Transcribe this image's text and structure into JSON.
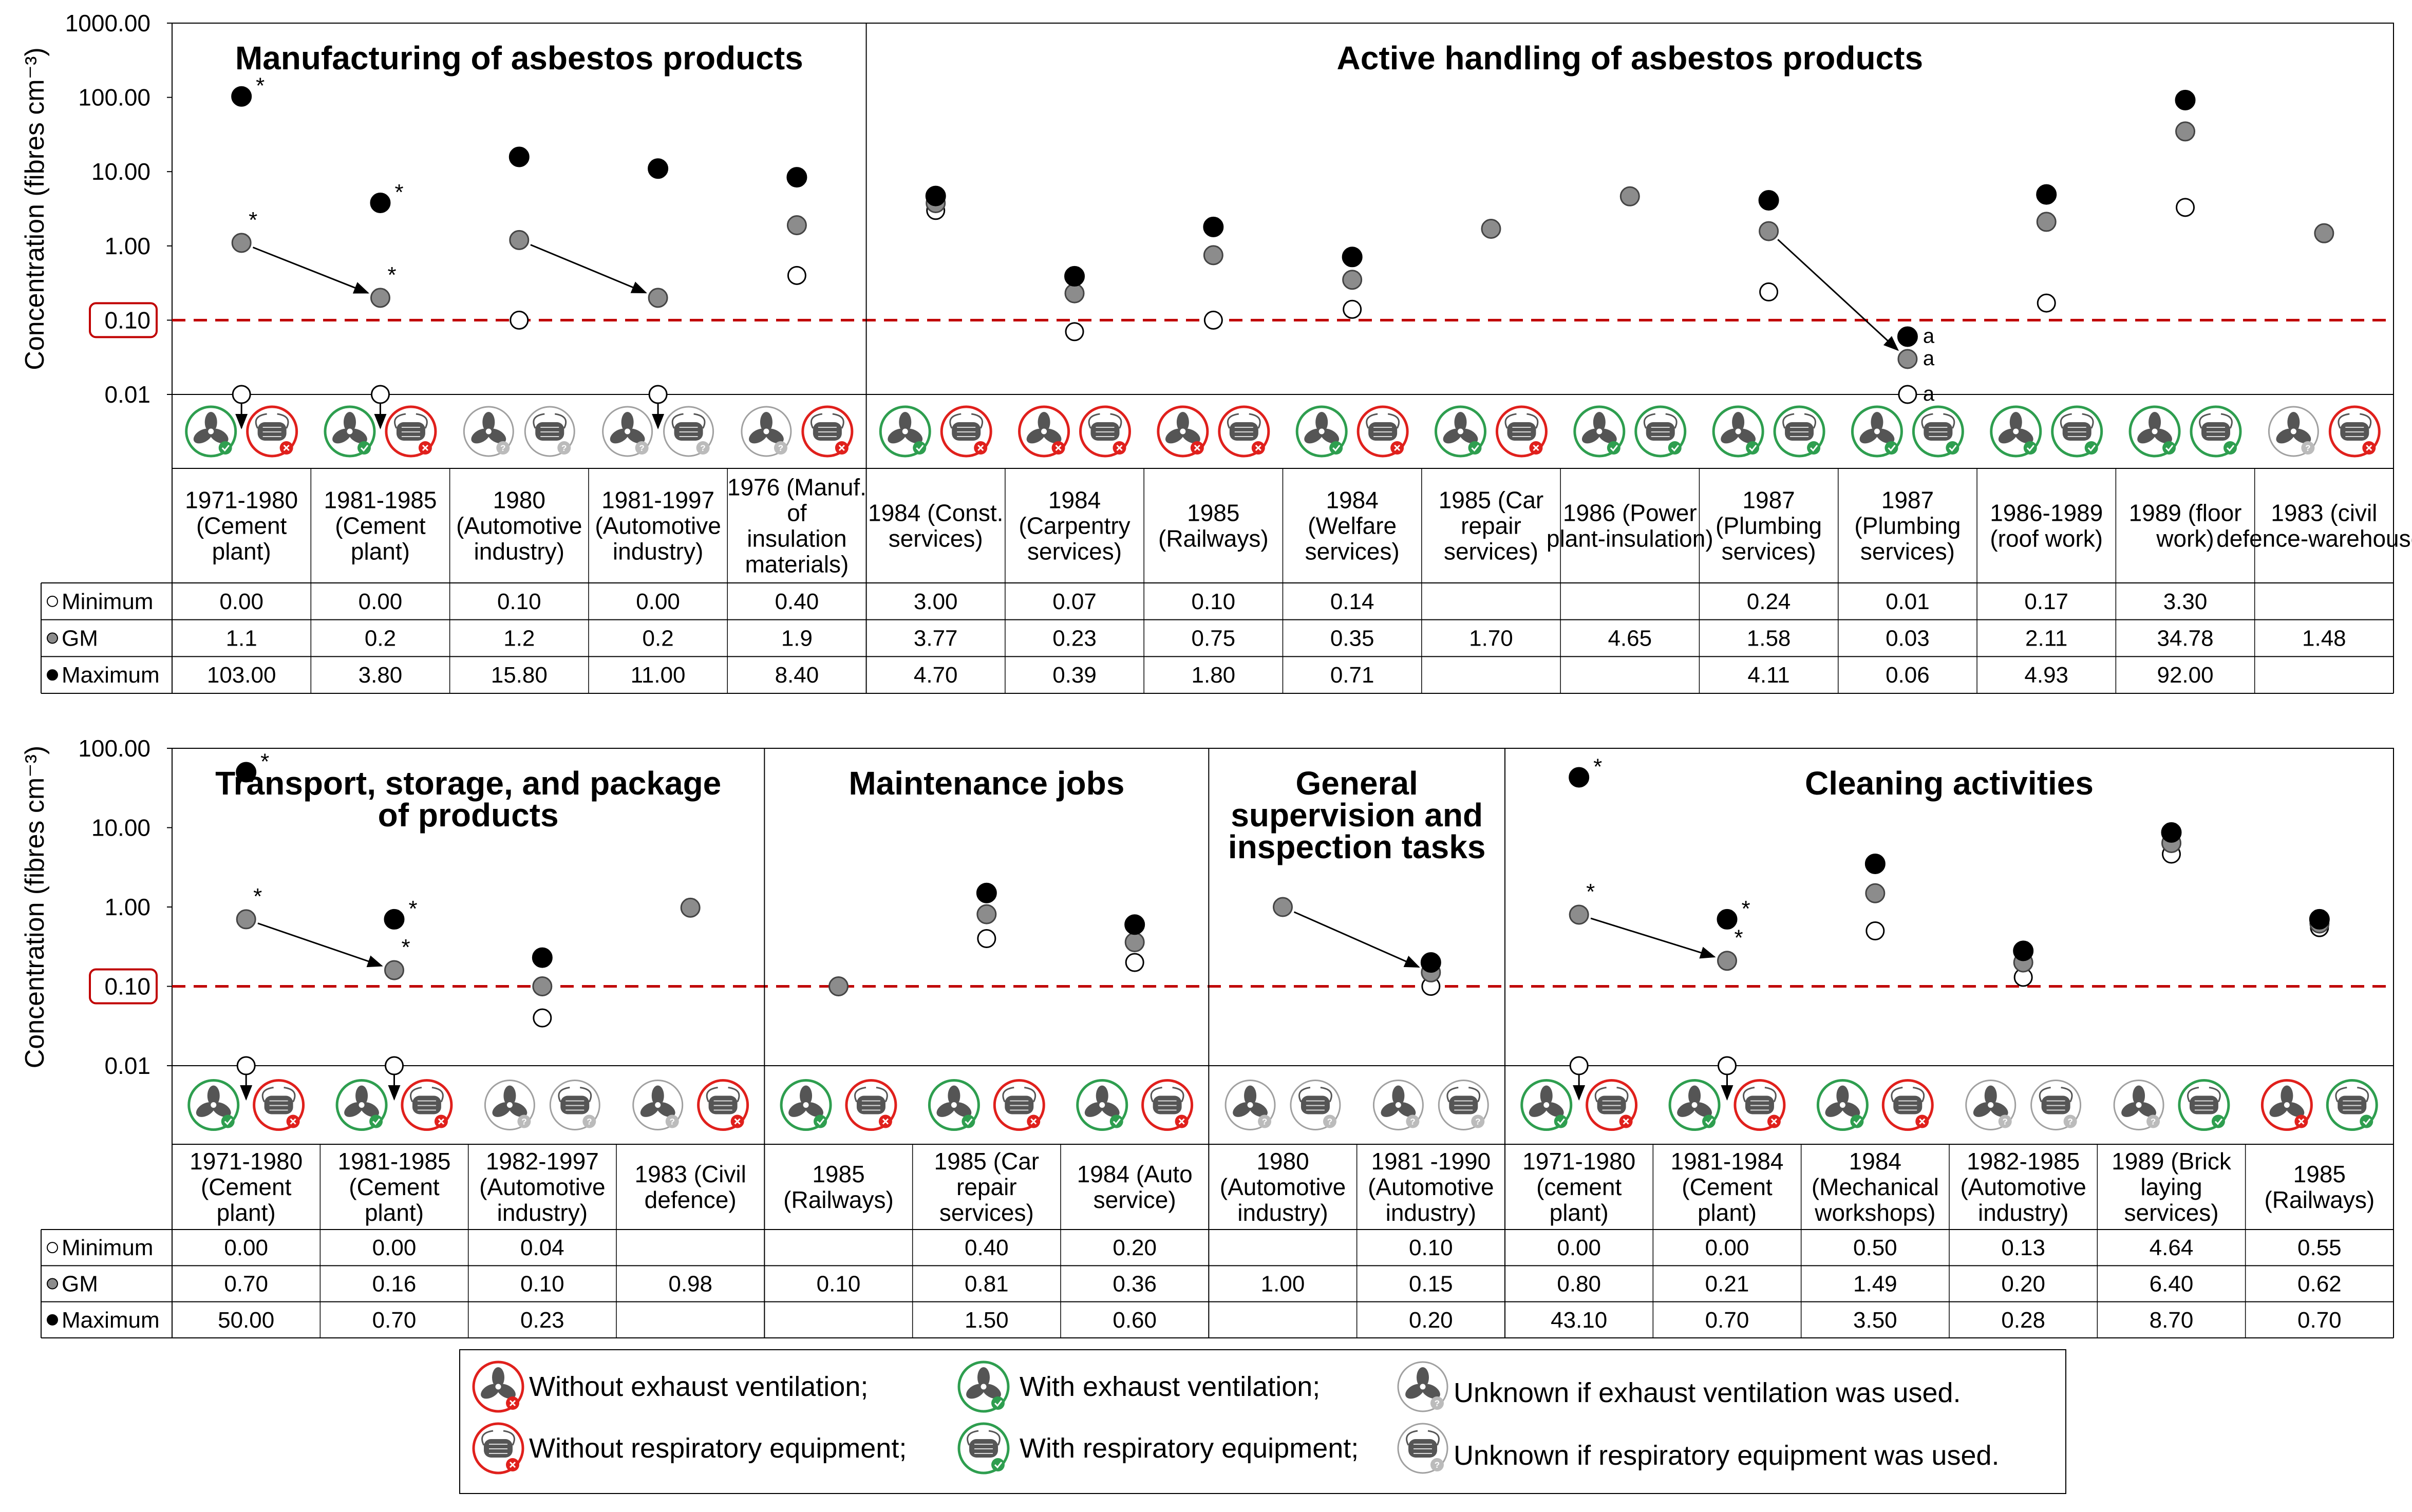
{
  "chart_data": [
    {
      "type": "scatter",
      "ylabel": "Concentration (fibres cm⁻³)",
      "y_scale": "log",
      "ylim": [
        0.01,
        1000
      ],
      "y_ticks": [
        "1000.00",
        "100.00",
        "10.00",
        "1.00",
        "0.10",
        "0.01"
      ],
      "threshold": {
        "value": 0.1,
        "label": "0.10",
        "color": "#c00000",
        "style": "dashed"
      },
      "groups": [
        {
          "title": "Manufacturing of asbestos products",
          "n": 5
        },
        {
          "title": "Active handling of asbestos products",
          "n": 11
        }
      ],
      "row_labels": [
        "Minimum",
        "GM",
        "Maximum"
      ],
      "categories": [
        {
          "label": "1971-1980 (Cement plant)",
          "min": "0.00",
          "gm": "1.1",
          "max": "103.00",
          "vent": "with",
          "resp": "without",
          "star": true,
          "arrow_to": 1,
          "low_min": true
        },
        {
          "label": "1981-1985 (Cement plant)",
          "min": "0.00",
          "gm": "0.2",
          "max": "3.80",
          "vent": "with",
          "resp": "without",
          "star": true,
          "low_min": true
        },
        {
          "label": "1980 (Automotive industry)",
          "min": "0.10",
          "gm": "1.2",
          "max": "15.80",
          "vent": "unknown",
          "resp": "unknown",
          "arrow_to": 3
        },
        {
          "label": "1981-1997 (Automotive industry)",
          "min": "0.00",
          "gm": "0.2",
          "max": "11.00",
          "vent": "unknown",
          "resp": "unknown",
          "low_min": true
        },
        {
          "label": "1976 (Manuf. of insulation materials)",
          "min": "0.40",
          "gm": "1.9",
          "max": "8.40",
          "vent": "unknown",
          "resp": "without"
        },
        {
          "label": "1984 (Const. services)",
          "min": "3.00",
          "gm": "3.77",
          "max": "4.70",
          "vent": "with",
          "resp": "without"
        },
        {
          "label": "1984 (Carpentry services)",
          "min": "0.07",
          "gm": "0.23",
          "max": "0.39",
          "vent": "without",
          "resp": "without"
        },
        {
          "label": "1985 (Railways)",
          "min": "0.10",
          "gm": "0.75",
          "max": "1.80",
          "vent": "without",
          "resp": "without"
        },
        {
          "label": "1984 (Welfare services)",
          "min": "0.14",
          "gm": "0.35",
          "max": "0.71",
          "vent": "with",
          "resp": "without"
        },
        {
          "label": "1985 (Car repair services)",
          "min": "",
          "gm": "1.70",
          "max": "",
          "vent": "with",
          "resp": "without"
        },
        {
          "label": "1986 (Power plant-insulation)",
          "min": "",
          "gm": "4.65",
          "max": "",
          "vent": "with",
          "resp": "with"
        },
        {
          "label": "1987 (Plumbing services)",
          "min": "0.24",
          "gm": "1.58",
          "max": "4.11",
          "vent": "with",
          "resp": "with",
          "arrow_to": 12
        },
        {
          "label": "1987 (Plumbing services)",
          "min": "0.01",
          "gm": "0.03",
          "max": "0.06",
          "vent": "with",
          "resp": "with",
          "a_marks": true
        },
        {
          "label": "1986-1989 (roof work)",
          "min": "0.17",
          "gm": "2.11",
          "max": "4.93",
          "vent": "with",
          "resp": "with"
        },
        {
          "label": "1989 (floor work)",
          "min": "3.30",
          "gm": "34.78",
          "max": "92.00",
          "vent": "with",
          "resp": "with"
        },
        {
          "label": "1983 (civil defence-warehouse)",
          "min": "",
          "gm": "1.48",
          "max": "",
          "vent": "unknown",
          "resp": "without"
        }
      ]
    },
    {
      "type": "scatter",
      "ylabel": "Concentration (fibres cm⁻³)",
      "y_scale": "log",
      "ylim": [
        0.01,
        100
      ],
      "y_ticks": [
        "100.00",
        "10.00",
        "1.00",
        "0.10",
        "0.01"
      ],
      "threshold": {
        "value": 0.1,
        "label": "0.10",
        "color": "#c00000",
        "style": "dashed"
      },
      "groups": [
        {
          "title": "Transport, storage, and package of products",
          "n": 4
        },
        {
          "title": "Maintenance jobs",
          "n": 3
        },
        {
          "title": "General supervision and inspection tasks",
          "n": 2
        },
        {
          "title": "Cleaning activities",
          "n": 6
        }
      ],
      "row_labels": [
        "Minimum",
        "GM",
        "Maximum"
      ],
      "categories": [
        {
          "label": "1971-1980 (Cement plant)",
          "min": "0.00",
          "gm": "0.70",
          "max": "50.00",
          "vent": "with",
          "resp": "without",
          "star": true,
          "arrow_to": 1,
          "low_min": true
        },
        {
          "label": "1981-1985 (Cement plant)",
          "min": "0.00",
          "gm": "0.16",
          "max": "0.70",
          "vent": "with",
          "resp": "without",
          "star": true,
          "low_min": true
        },
        {
          "label": "1982-1997 (Automotive industry)",
          "min": "0.04",
          "gm": "0.10",
          "max": "0.23",
          "vent": "unknown",
          "resp": "unknown"
        },
        {
          "label": "1983 (Civil defence)",
          "min": "",
          "gm": "0.98",
          "max": "",
          "vent": "unknown",
          "resp": "without"
        },
        {
          "label": "1985 (Railways)",
          "min": "",
          "gm": "0.10",
          "max": "",
          "vent": "with",
          "resp": "without"
        },
        {
          "label": "1985 (Car repair services)",
          "min": "0.40",
          "gm": "0.81",
          "max": "1.50",
          "vent": "with",
          "resp": "without"
        },
        {
          "label": "1984 (Auto service)",
          "min": "0.20",
          "gm": "0.36",
          "max": "0.60",
          "vent": "with",
          "resp": "without"
        },
        {
          "label": "1980 (Automotive industry)",
          "min": "",
          "gm": "1.00",
          "max": "",
          "vent": "unknown",
          "resp": "unknown",
          "arrow_to": 8
        },
        {
          "label": "1981 -1990 (Automotive industry)",
          "min": "0.10",
          "gm": "0.15",
          "max": "0.20",
          "vent": "unknown",
          "resp": "unknown"
        },
        {
          "label": "1971-1980 (cement plant)",
          "min": "0.00",
          "gm": "0.80",
          "max": "43.10",
          "vent": "with",
          "resp": "without",
          "star": true,
          "arrow_to": 10,
          "low_min": true
        },
        {
          "label": "1981-1984 (Cement plant)",
          "min": "0.00",
          "gm": "0.21",
          "max": "0.70",
          "vent": "with",
          "resp": "without",
          "star": true,
          "low_min": true
        },
        {
          "label": "1984 (Mechanical workshops)",
          "min": "0.50",
          "gm": "1.49",
          "max": "3.50",
          "vent": "with",
          "resp": "without"
        },
        {
          "label": "1982-1985 (Automotive industry)",
          "min": "0.13",
          "gm": "0.20",
          "max": "0.28",
          "vent": "unknown",
          "resp": "unknown"
        },
        {
          "label": "1989 (Brick laying services)",
          "min": "4.64",
          "gm": "6.40",
          "max": "8.70",
          "vent": "unknown",
          "resp": "with"
        },
        {
          "label": "1985 (Railways)",
          "min": "0.55",
          "gm": "0.62",
          "max": "0.70",
          "vent": "without",
          "resp": "with"
        }
      ]
    }
  ],
  "legend": {
    "items": [
      {
        "text": "Without exhaust ventilation;",
        "icon": "fan-icon",
        "status": "without"
      },
      {
        "text": "With exhaust ventilation;",
        "icon": "fan-icon",
        "status": "with"
      },
      {
        "text": "Unknown if exhaust ventilation was used.",
        "icon": "fan-icon",
        "status": "unknown"
      },
      {
        "text": "Without respiratory equipment;",
        "icon": "mask-icon",
        "status": "without"
      },
      {
        "text": "With respiratory equipment;",
        "icon": "mask-icon",
        "status": "with"
      },
      {
        "text": "Unknown if respiratory equipment was used.",
        "icon": "mask-icon",
        "status": "unknown"
      }
    ]
  },
  "markers": {
    "star": "*",
    "a": "a"
  },
  "colors": {
    "threshold": "#c00000",
    "with": "#2e9e4f",
    "without": "#e0201c",
    "unknown": "#a0a0a0",
    "gm_fill": "#8c8c8c",
    "max_fill": "#000000",
    "min_fill": "#ffffff"
  }
}
